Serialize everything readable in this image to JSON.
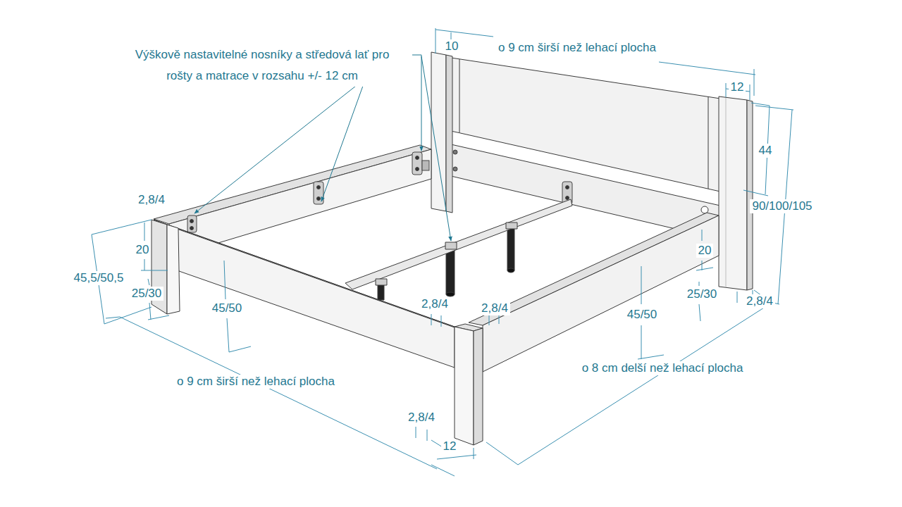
{
  "diagram": {
    "labels": [
      "Výškově nastavitelné nosníky a středová lať pro rošty a matrace v rozsahu +/- 12 cm",
      "10",
      "o 9 cm širší než lehací plocha",
      "12",
      "44",
      "90/100/105",
      "2,8/4",
      "20",
      "45,5/50,5",
      "25/30",
      "45/50",
      "2,8/4",
      "2,8/4",
      "45/50",
      "20",
      "25/30",
      "2,8/4",
      "o 8 cm delší než lehací plocha",
      "o 9 cm širší než lehací plocha",
      "2,8/4",
      "12"
    ]
  }
}
